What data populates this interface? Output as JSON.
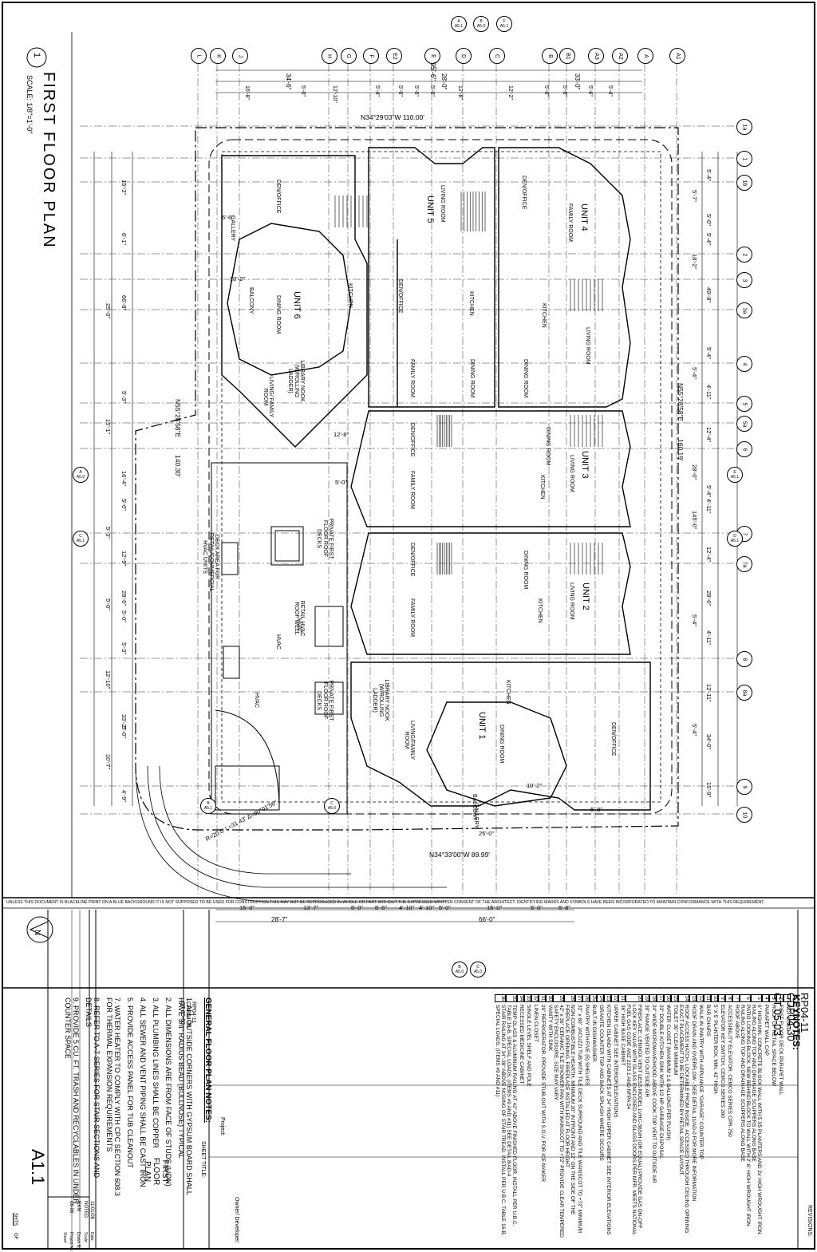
{
  "plan": {
    "title": "FIRST FLOOR PLAN",
    "scale": "SCALE: 1/8\"=1'-0\"",
    "view_number": "1",
    "north_bearing_top": "N34°29'03\"W 110.00'",
    "north_bearing_bottom": "N34°33'00\"W 89.99'",
    "east_bearing_left": "N55°28'58\"E",
    "east_bearing_right": "N55°28'58\"E",
    "left_length": "140.30'",
    "right_length": "160.19'",
    "curve_note": "R=20.0' L=31.43' Δ=90°01'56\"",
    "rooms": [
      "DEN/OFFICE",
      "GALLERY",
      "BALCONY",
      "DINING ROOM",
      "UNIT 6",
      "KITCHEN",
      "LIVING/ FAMILY ROOM",
      "LIBRARY NOOK (W/ROLLING LADDER)",
      "LIVING ROOM",
      "UNIT 5",
      "DEN/OFFICE",
      "KITCHEN",
      "FAMILY ROOM",
      "DINING ROOM",
      "DEN/OFFICE",
      "UNIT 4",
      "FAMILY ROOM",
      "KITCHEN",
      "LIVING ROOM",
      "DINING ROOM",
      "DEN/OFFICE",
      "FAMILY ROOM",
      "KITCHEN",
      "DINING ROOM",
      "LIVING ROOM",
      "UNIT 3",
      "DEN/OFFICE",
      "FAMILY ROOM",
      "KITCHEN",
      "DINING ROOM",
      "LIVING ROOM",
      "UNIT 2",
      "KITCHEN",
      "LIBRARY NOOK (W/ROLLING LADDER)",
      "LIVING/FAMILY ROOM",
      "DINING ROOM",
      "UNIT 1",
      "BALCONY",
      "GALLERY",
      "DEN/OFFICE"
    ],
    "deck_labels": [
      "DECK AREA FOR RETAIL/COMMERCIAL HVAC UNITS",
      "PRIVATE FIRST FLOOR ROOF DECKS",
      "RETAIL HVAC ROOF WELL",
      "HVAC",
      "HVAC",
      "HVAC",
      "PRIVATE FIRST FLOOR ROOF DECKS"
    ],
    "gridlines_top": [
      "L",
      "K",
      "J",
      "H",
      "G",
      "F",
      "E2",
      "E",
      "D",
      "C",
      "B",
      "B1",
      "A3",
      "A2",
      "A",
      "A1"
    ],
    "gridlines_right": [
      "1a",
      "1",
      "1b",
      "2",
      "3",
      "3a",
      "4",
      "5",
      "5a",
      "6",
      "7",
      "7a",
      "8",
      "8a",
      "9",
      "10"
    ],
    "dims_top_total": "95'-6\"",
    "dims_top_sub": [
      "34'-6\"",
      "28'-0\"",
      "33'-0\""
    ],
    "dims_top_detail": [
      "16'-8\"",
      "5'-0\"",
      "12'-10\"",
      "5'-4\"",
      "5'-0\"",
      "5'-0\"",
      "5'-0\"",
      "12'-8\"",
      "12'-2\"",
      "5'-0\"",
      "5'-0\"",
      "5'-6\"",
      "5'-4\""
    ],
    "dims_left": [
      "15'-3\"",
      "6'-1\"",
      "25'-0\"",
      "66'-8\"",
      "5'-3\"",
      "15'-1\"",
      "16'-4\"",
      "5'-0\"",
      "5'-3\"",
      "12'-9\"",
      "28'-0\"",
      "5'-0\"",
      "5'-0\"",
      "5'-3\"",
      "12'-10\"",
      "33'-2\"",
      "5'-0\"",
      "10'-7\"",
      "4'-9\""
    ],
    "dims_right": [
      "5'-4\"",
      "5'-7\"",
      "5'-0\"",
      "5'-4\"",
      "18'-2\"",
      "49'-8\"",
      "5'-4\"",
      "5'-4\"",
      "4'-11\"",
      "12'-4\"",
      "28'-0\"",
      "5'-4\"",
      "4'-11\"",
      "145'-0\"",
      "12'-4\"",
      "28'-0\"",
      "5'-4\"",
      "4'-11\"",
      "12'-11\"",
      "5'-4\"",
      "34'-0\"",
      "15'-9\""
    ],
    "dims_bottom": [
      "15'-0\"",
      "13'-7\"",
      "5'-0\"",
      "5'-6\"",
      "4'-10\"",
      "4'-10\"",
      "5'-0\"",
      "15'-0\"",
      "5'-0\"",
      "5'-8\""
    ],
    "dims_bottom_total": [
      "28'-7\"",
      "66'-0\""
    ],
    "misc_dims": [
      "12'-8\"",
      "5'-0\"",
      "6'-6\"",
      "10'-2\"",
      "25'-0\"",
      "10'-2\"",
      "5'-8\""
    ]
  },
  "keynotes": {
    "title": "KEYNOTES:",
    "items": [
      {
        "n": "1",
        "t": "NOT USED"
      },
      {
        "n": "2",
        "t": "FIRST FLOOR DECK PARAPET WALL"
      },
      {
        "n": "3",
        "t": "ROOF OF RETAIL SPACE BELOW"
      },
      {
        "n": "4",
        "t": "PARAPET WALL CAP"
      },
      {
        "n": "5",
        "t": "6\" HIGH MIN. CONCRETE BLOCK WALL WITH 5 X5 PLANTERS AND 2x' HIGH WROUGHT IRON RAILING ALONG TOP AND DRAINAGE SCUPPERS ALONG BASE"
      },
      {
        "n": "6",
        "t": "PATIO LOOKING BLOCK. NEW BEHIND BLOCK TO WALL WITH 2'-6\" HIGH WROUGHT IRON RAILING ALONG TOP AND DRAINAGE SCUPPERS ALONG BASE"
      },
      {
        "n": "7",
        "t": "ROOF ABOVE"
      },
      {
        "n": "8",
        "t": "ACCESSIBILITY ELEVATOR, CEMCO SERIES CPR-750"
      },
      {
        "n": "9",
        "t": "ELEVATOR KEY SWITCH, CEMCO SERIES 200"
      },
      {
        "n": "10",
        "t": "5' X 5' PLANTER BOX, MIN. 42\" HIGH"
      },
      {
        "n": "11",
        "t": "BAR CHAIRS"
      },
      {
        "n": "12",
        "t": "WALK-IN PANTRY WITH APPLIANCE \"GARAGE\" COUNTER TOP"
      },
      {
        "n": "13",
        "t": "ROOF DRAIN AND OVERFLOW - SEE DETAIL 11/AD-0 FOR MORE INFORMATION"
      },
      {
        "n": "14",
        "t": "ROOF ACCESS HATCH, LOCKABLE FROM INSIDE. ACCESSED THROUGH CEILING OPENING. EXACT PLACEMENT TO BE DETERMINED BY RETAIL SPACE LAYOUT."
      },
      {
        "n": "15",
        "t": "TOILET 30\" CLEAR MINIMUM"
      },
      {
        "n": "16",
        "t": "WATER CLOSET (MAXIMUM 1.6 GALLONS PER FLUSH)"
      },
      {
        "n": "17",
        "t": "33\" DOUBLE KITCHEN SINK WITH 1/2 HP GARBAGE DISPOSAL"
      },
      {
        "n": "18",
        "t": "24\" WIDE MICROWAVE/HOOD ABOVE COOK TOP VENT TO OUTSIDE AIR"
      },
      {
        "n": "19",
        "t": "30\" RANGE VENTED TO OUTSIDE AIR"
      },
      {
        "n": "20",
        "t": "FIREPLACE: LENNOX VENT LESS MODEL LVHC-36SIH (OR EQUAL) PROVIDE GAS ON-OFF LOCK KEY VALVE WITH GLASS ENCLOSED AND GLASS DOORS PER MFR. MEETS NATIONAL FUEL GAS CODE ANZ 2223.1 AND NFPA 54"
      },
      {
        "n": "21",
        "t": "36\" HIGH BASE CABINET"
      },
      {
        "n": "22",
        "t": "UPPER CABINET SEE INTERIOR ELEVATIONS"
      },
      {
        "n": "23",
        "t": "KITCHEN ISLAND WITH CABINETS AT 34\" HIGH UPPER CABINET SEE INTERIOR ELEVATIONS"
      },
      {
        "n": "24",
        "t": "GRANITE COUNTER TOP AND BACK SPLASH WHERE OCCURS"
      },
      {
        "n": "25",
        "t": "BUILT-IN DISHWASHER"
      },
      {
        "n": "26",
        "t": "PANTRY WITH FIVE (5) SHELVES"
      },
      {
        "n": "27",
        "t": "32\" x 60\" JACUZZI TUB WITH TILE DECK SURROUND AND TILE WAINSCOT TO +72\" MINIMUM"
      },
      {
        "n": "28",
        "t": "NON-COMBUSTIBLE HEARTH, MINIMUM 20\" IN FRONT AND 12\" ON THE SIDE OF THE FIREPLACE OPENING. FIREPLACE INSTALLED AT FLOOR HEIGHT"
      },
      {
        "n": "29",
        "t": "42\" x 36\" CERAMIC TILE SHOWER PAN WITH WAINSCOT TO +72\" PROVIDE CLEAR TEMPERED SAFETY ENCLOSURE. SIZE MAY VARY."
      },
      {
        "n": "30",
        "t": "VANITY WITH SINK"
      },
      {
        "n": "31",
        "t": "29\" REFRIGERATOR, PROVIDE STUB-OUT WITH S.O.V. FOR ICE MAKER"
      },
      {
        "n": "32",
        "t": "LINEN CLOSET"
      },
      {
        "n": "33",
        "t": "SINGLE LEVEL SHELF AND POLE"
      },
      {
        "n": "34",
        "t": "RECESSED MEDICINE CABINET"
      },
      {
        "n": "35",
        "t": "TEMP GLASS & ALUMINUM RAILING AT 42\" ABOVE FINISHED FLOOR. INSTALL PER U.B.C. TABLE 16-B, SPECIAL LOADS. (ITEMS #9 AND #11) SEE DETAIL 8/AD-4"
      },
      {
        "n": "36",
        "t": "STAIR RAILING AT 34\"-38\" ABOVE NOSING OF STAIR TREAD. INSTALL PER U.B.C. TABLE 16-B, SPECIAL LOADS. (ITEMS #9 AND #11)"
      }
    ]
  },
  "general_notes": {
    "title": "GENERAL FLOOR PLAN NOTES:",
    "items": [
      "1. ALL OUTSIDE CORNERS WITH GYPSUM BOARD SHALL HAVE 3/4\" RADIUS BEAD (BULLNOSE) TYPICAL",
      "2. ALL DIMENSIONS ARE FROM FACE OF STUDS (UON)",
      "3. ALL PLUMBING LINES SHALL BE COPPER",
      "4. ALL SEWER AND VENT PIPING SHALL BE CAST IRON",
      "5. PROVIDE ACCESS PANEL FOR TUB CLEANOUT",
      "7. WATER HEATER TO COMPLY WITH CPC SECTION 608.3 FOR THERMAL EXPANSION REQUIREMENTS",
      "8. REFER TO A-7 SERIES FOR STAIR SECTIONS AND DETAILS",
      "9. PROVIDE 5 CU. FT. TRASH AND RECYCLABLES IN UNDER COUNTER SPACE"
    ]
  },
  "permits": {
    "codes": [
      "RP04-11",
      "CDP04-30",
      "CT 05-03"
    ]
  },
  "disclaimer": "UNLESS THIS DOCUMENT IS BLACKLINE PRINT ON A BLUE BACKGROUND IT IS NOT SUPPOSED TO BE USED FOR CONSTRUCTION   THIS MAY NOT BE REPRODUCED IN WHOLE OR PART WITHOUT THE EXPRESSED WRITTEN CONSENT OF THE ARCHITECT. IDENTIFYING MARKS AND SYMBOLS HAVE BEEN INCORPORATED TO MAINTAIN CONFORMANCE WITH THIS REQUIREMENT.",
  "title_block": {
    "revisions_label": "REVISIONS:",
    "owner_label": "Owner/ Developer:",
    "project_label": "Project:",
    "sheet_title_label": "SHEET TITLE:",
    "sheet_title": "FIRST FLOOR PLAN",
    "codes_small": "RP04-11 CDP04-30 CT 05-03",
    "date_label": "Date:",
    "date": "11/01/06",
    "scale_label": "Scale:",
    "scale": "NOTED",
    "drawn_label": "Drawn By:",
    "drawn": "RKM",
    "project_no_label": "Project No:",
    "project_no": "06-06",
    "sheet_label": "Sheet",
    "sheet": "A1.1",
    "of_label": "OF",
    "sheets_label": "SHTS"
  },
  "section_tags": [
    {
      "top": "A",
      "bot": "A5.1"
    },
    {
      "top": "B",
      "bot": "A5.0"
    },
    {
      "top": "F",
      "bot": "A5.1"
    },
    {
      "top": "A",
      "bot": "A5.0"
    },
    {
      "top": "C",
      "bot": "A5.1"
    },
    {
      "top": "E",
      "bot": "A5.1"
    },
    {
      "top": "D",
      "bot": "A5.1"
    },
    {
      "top": "C",
      "bot": "A5.0"
    },
    {
      "top": "B",
      "bot": "A5.0"
    },
    {
      "top": "B",
      "bot": "A5.1"
    },
    {
      "top": "C",
      "bot": "A5.0"
    }
  ]
}
